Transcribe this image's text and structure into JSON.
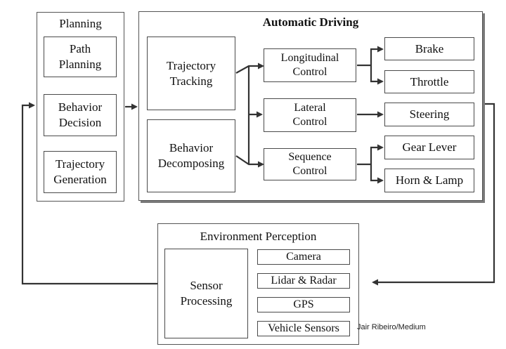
{
  "planning": {
    "title": "Planning",
    "items": [
      "Path\nPlanning",
      "Behavior\nDecision",
      "Trajectory\nGeneration"
    ]
  },
  "automatic_driving": {
    "title": "Automatic Driving",
    "left": [
      "Trajectory\nTracking",
      "Behavior\nDecomposing"
    ],
    "controls": [
      "Longitudinal\nControl",
      "Lateral\nControl",
      "Sequence\nControl"
    ],
    "outputs": [
      "Brake",
      "Throttle",
      "Steering",
      "Gear Lever",
      "Horn & Lamp"
    ]
  },
  "perception": {
    "title": "Environment Perception",
    "processing": "Sensor\nProcessing",
    "sensors": [
      "Camera",
      "Lidar & Radar",
      "GPS",
      "Vehicle Sensors"
    ]
  },
  "credit": "Jair Ribeiro/Medium",
  "colors": {
    "line": "#333333",
    "border": "#4a4a4a"
  }
}
